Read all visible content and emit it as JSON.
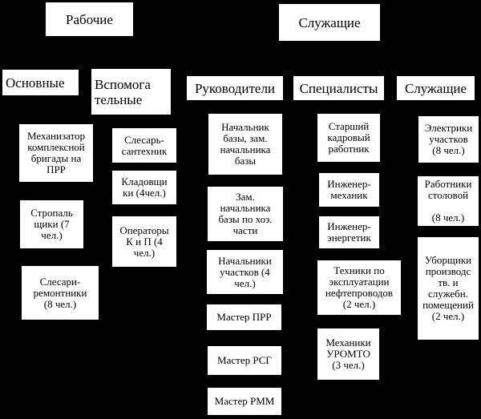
{
  "top": {
    "workers": "Рабочие",
    "employees": "Служащие"
  },
  "columns": {
    "main": "Основные",
    "auxiliary": "Вспомога\nтельные",
    "managers": "Руководители",
    "specialists": "Специалисты",
    "staff": "Служащие"
  },
  "main_items": [
    "Механизатор\nкомплексной\nбригады на\nПРР",
    "Стропаль\nщики (7\nчел.)",
    "Слесари-\nремонтники\n(8 чел.)"
  ],
  "auxiliary_items": [
    "Слесарь-\nсантехник",
    "Кладовщи\nки (4чел.)",
    "Операторы\nК и П (4\nчел.)"
  ],
  "manager_items": [
    "Начальник\nбазы, зам.\nначальника\nбазы",
    "Зам.\nначальника\nбазы по хоз.\nчасти",
    "Начальники\nучастков (4\nчел.)",
    "Мастер ПРР",
    "Мастер РСГ",
    "Мастер РММ"
  ],
  "specialist_items": [
    "Старший\nкадровый\nработник",
    "Инженер-\nмеханик",
    "Инженер-\nэнергетик",
    "Техники по\nэксплуатации\nнефтепроводов\n(2 чел.)",
    "Механики\nУРОМТО\n(3 чел.)"
  ],
  "staff_items": [
    "Электрики\nучастков\n(8 чел.)",
    "Работники\nстоловой\n\n(8 чел.)",
    "Уборщики\nпроизводс\nтв. и\nслужебн.\nпомещений\n(2 чел.)"
  ]
}
